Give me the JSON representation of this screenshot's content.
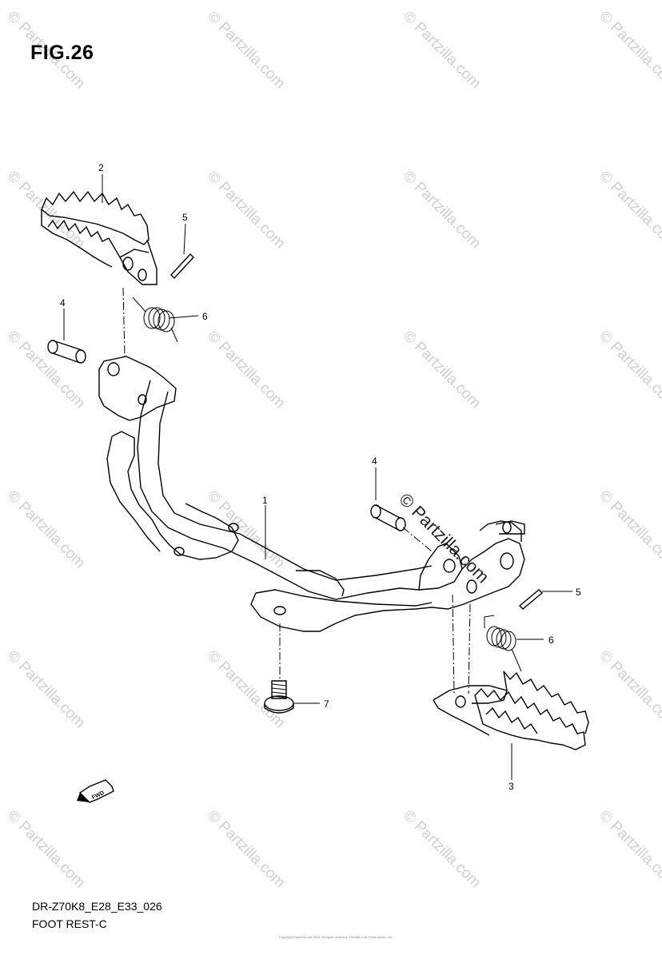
{
  "figure": {
    "title": "FIG.26",
    "code": "DR-Z70K8_E28_E33_026",
    "name": "FOOT REST-C",
    "copyright": "Copyright Partzilla.com 2004. All rights reserved. Partzilla.com Powersports, Inc."
  },
  "watermark": {
    "text": "© Partzilla.com"
  },
  "callouts": [
    {
      "id": "1",
      "label": "1"
    },
    {
      "id": "2",
      "label": "2"
    },
    {
      "id": "3",
      "label": "3"
    },
    {
      "id": "4a",
      "label": "4"
    },
    {
      "id": "4b",
      "label": "4"
    },
    {
      "id": "5a",
      "label": "5"
    },
    {
      "id": "5b",
      "label": "5"
    },
    {
      "id": "6a",
      "label": "6"
    },
    {
      "id": "6b",
      "label": "6"
    },
    {
      "id": "7",
      "label": "7"
    }
  ],
  "fwd_arrow": {
    "label": "FWD"
  }
}
